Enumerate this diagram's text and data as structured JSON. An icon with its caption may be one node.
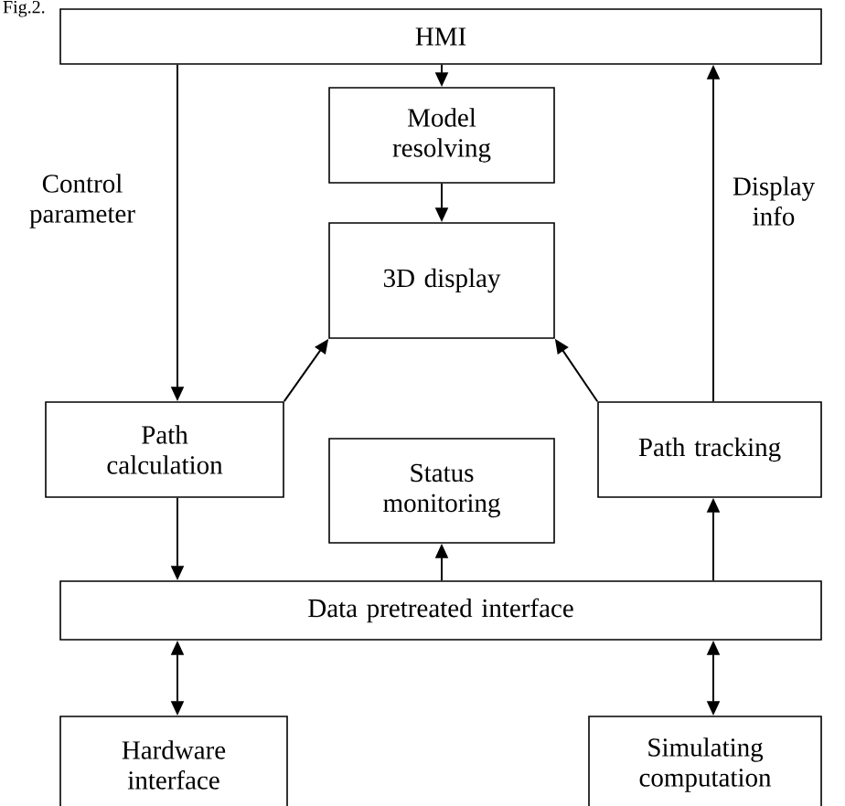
{
  "diagram": {
    "caption": "Fig.2.",
    "nodes": [
      {
        "text": [
          "HMI"
        ]
      },
      {
        "text": [
          "Model resolving"
        ]
      },
      {
        "text": [
          "3D display"
        ]
      },
      {
        "text": [
          "Path calculation"
        ]
      },
      {
        "text": [
          "Status monitoring"
        ]
      },
      {
        "text": [
          "Path tracking"
        ]
      },
      {
        "text": [
          "Data pretreated interface"
        ]
      },
      {
        "text": [
          "Hardware interface"
        ]
      },
      {
        "text": [
          "Simulating computation"
        ]
      }
    ],
    "edges": [
      {
        "from": 0,
        "to": 3,
        "arrow": "to",
        "label": "Control parameter"
      },
      {
        "from": 0,
        "to": 1,
        "arrow": "to"
      },
      {
        "from": 1,
        "to": 2,
        "arrow": "to"
      },
      {
        "from": 3,
        "to": 2,
        "arrow": "to"
      },
      {
        "from": 5,
        "to": 2,
        "arrow": "to"
      },
      {
        "from": 5,
        "to": 0,
        "arrow": "to",
        "label": "Display info"
      },
      {
        "from": 3,
        "to": 6,
        "arrow": "to"
      },
      {
        "from": 6,
        "to": 4,
        "arrow": "to"
      },
      {
        "from": 6,
        "to": 5,
        "arrow": "to"
      },
      {
        "from": 6,
        "to": 7,
        "arrow": "both"
      },
      {
        "from": 6,
        "to": 8,
        "arrow": "both"
      }
    ]
  }
}
